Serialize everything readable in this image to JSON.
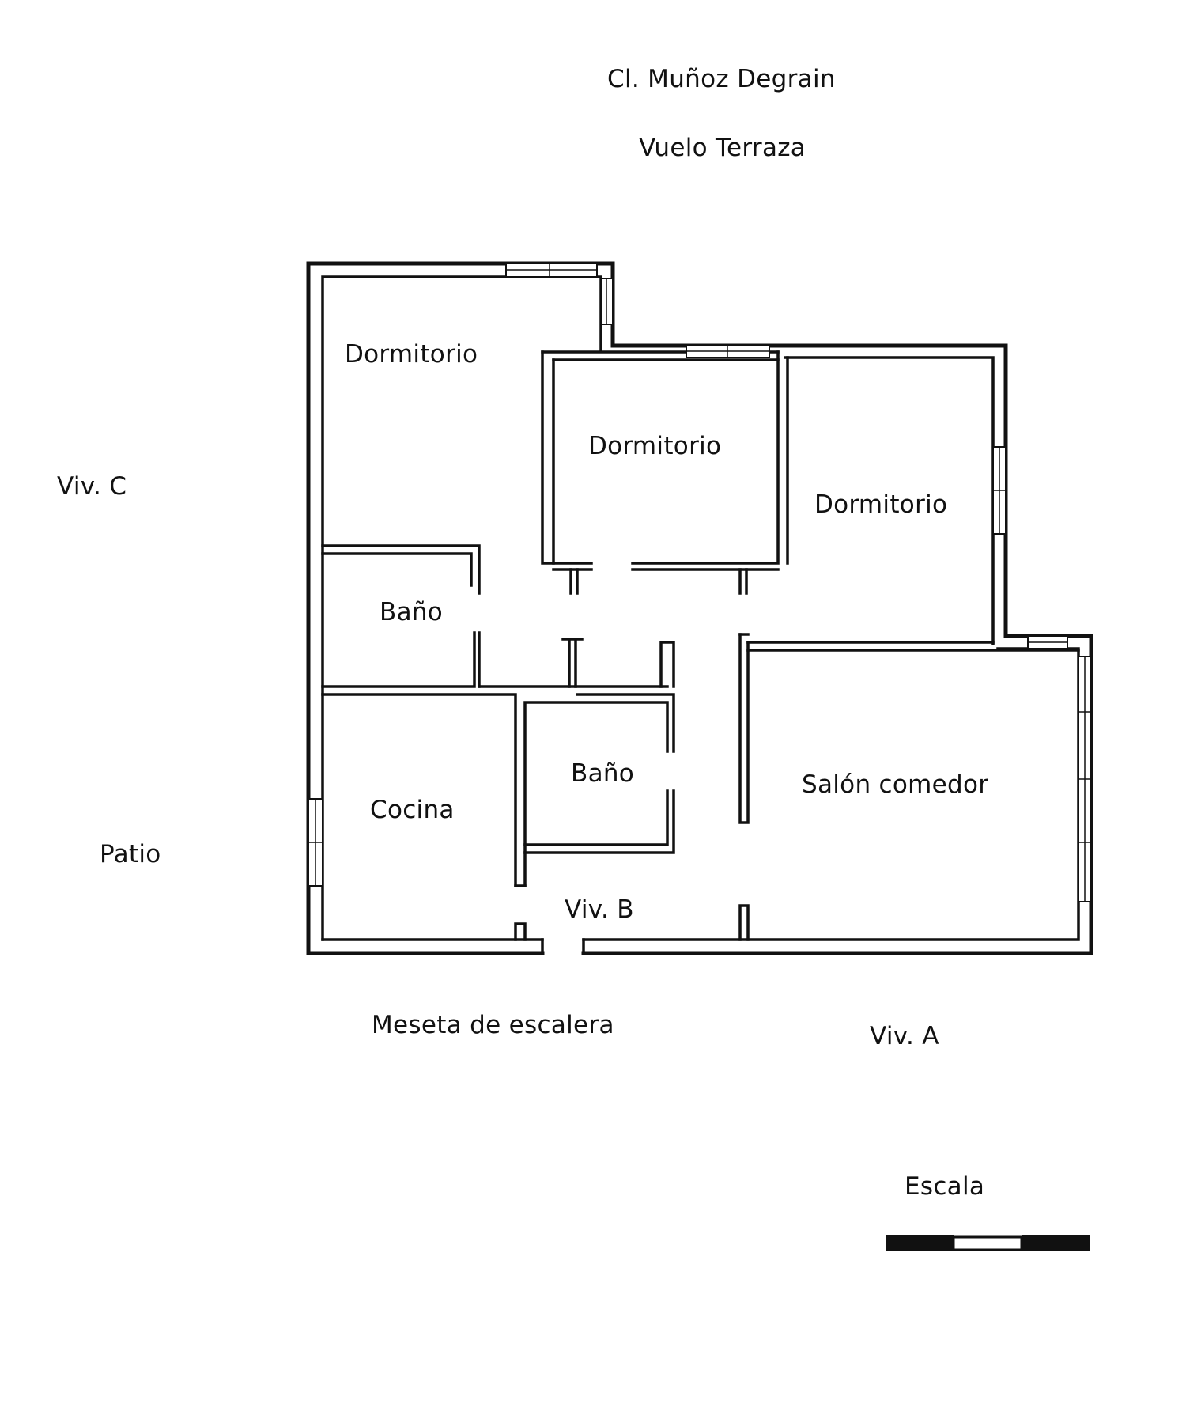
{
  "labels": {
    "street": "Cl. Muñoz Degrain",
    "terrace": "Vuelo Terraza",
    "viv_c": "Viv. C",
    "patio": "Patio",
    "viv_b": "Viv. B",
    "viv_a": "Viv. A",
    "landing": "Meseta de escalera",
    "scale": "Escala"
  },
  "rooms": {
    "dormitorio_1": "Dormitorio",
    "dormitorio_2": "Dormitorio",
    "dormitorio_3": "Dormitorio",
    "bano_1": "Baño",
    "bano_2": "Baño",
    "cocina": "Cocina",
    "salon": "Salón comedor"
  },
  "colors": {
    "ink": "#111111",
    "paper": "#ffffff"
  }
}
